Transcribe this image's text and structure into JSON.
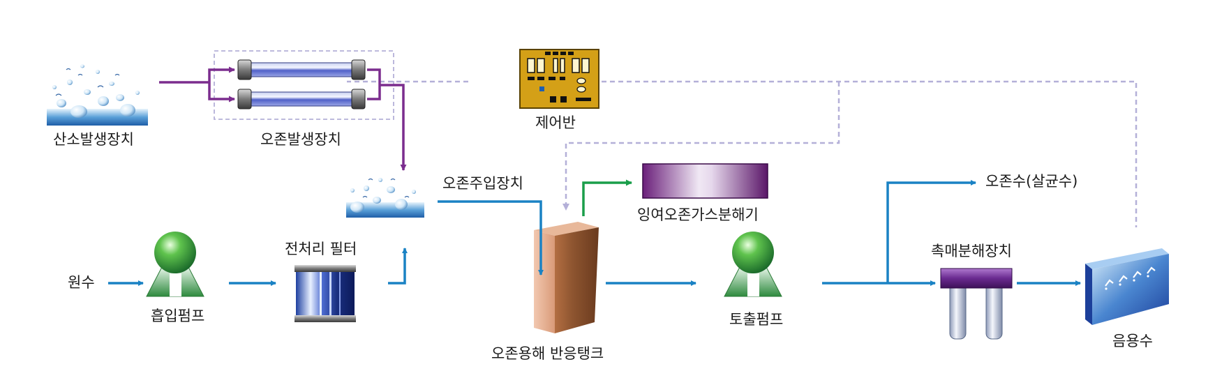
{
  "labels": {
    "oxygen_generator": "산소발생장치",
    "ozone_generator": "오존발생장치",
    "control_panel": "제어반",
    "ozone_injector": "오존주입장치",
    "residual_ozone_decomposer": "잉여오존가스분해기",
    "ozonated_water_output": "오존수(살균수)",
    "raw_water": "원수",
    "intake_pump": "흡입펌프",
    "pretreatment_filter": "전처리 필터",
    "reaction_tank": "오존용해 반응탱크",
    "discharge_pump": "토출펌프",
    "catalytic_decomposer": "촉매분해장치",
    "drinking_water": "음용수"
  },
  "colors": {
    "ozone_gas_flow": "#7b2d8e",
    "water_flow": "#1a82c4",
    "exhaust_flow": "#1a9e4a",
    "control_signal": "#b4b0d8",
    "control_board": "#d4a017",
    "decomposer": "#7b2d8e",
    "pump_ball": "#2e9e3e"
  }
}
